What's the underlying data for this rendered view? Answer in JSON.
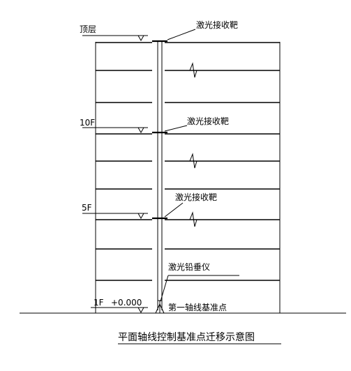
{
  "floor_labels": {
    "top": "顶层",
    "f10": "10F",
    "f5": "5F",
    "f1": "1F",
    "elevation": "+0.000"
  },
  "annotations": {
    "target_top": "激光接收靶",
    "target_10f": "激光接收靶",
    "target_5f": "激光接收靶",
    "plumb": "激光铅垂仪",
    "benchmark": "第一轴线基准点"
  },
  "caption": "平面轴线控制基准点迁移示意图"
}
